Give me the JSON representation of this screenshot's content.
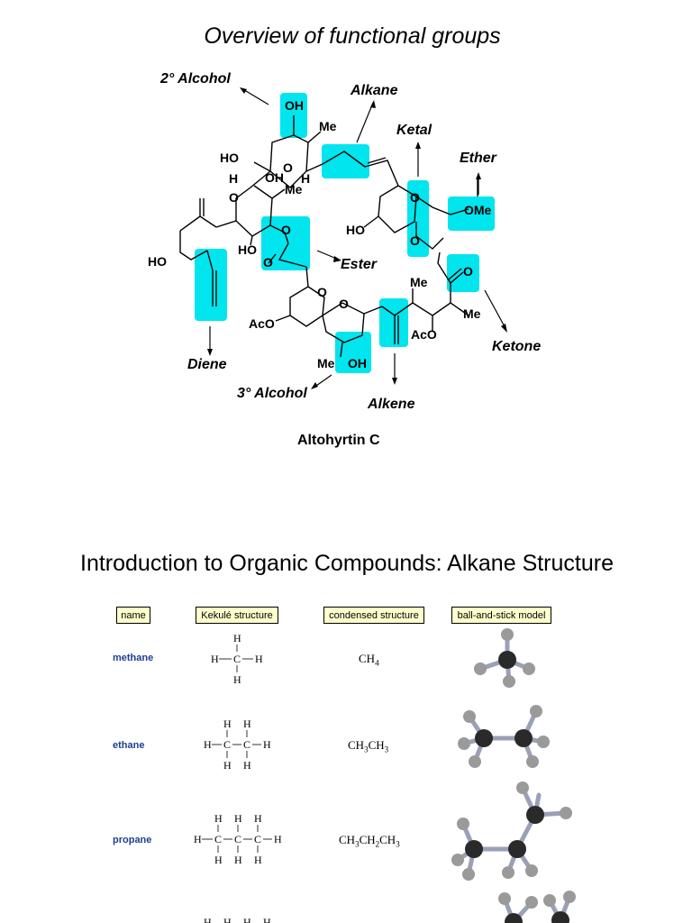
{
  "section1": {
    "title": "Overview of functional groups",
    "compound": "Altohyrtin C",
    "labels": {
      "alcohol2": "2° Alcohol",
      "alkane": "Alkane",
      "ketal": "Ketal",
      "ether": "Ether",
      "ester": "Ester",
      "ketone": "Ketone",
      "diene": "Diene",
      "alcohol3": "3° Alcohol",
      "alkene": "Alkene"
    },
    "atoms": {
      "oh": "OH",
      "me": "Me",
      "ho": "HO",
      "h": "H",
      "o": "O",
      "ome": "OMe",
      "aco": "AcO"
    },
    "highlight_color": "#00e5ee"
  },
  "section2": {
    "title": "Introduction to Organic Compounds:  Alkane Structure",
    "headers": [
      "name",
      "Kekulé structure",
      "condensed structure",
      "ball-and-stick model"
    ],
    "rows": [
      {
        "name": "methane",
        "condensed": "CH4"
      },
      {
        "name": "ethane",
        "condensed": "CH3CH3"
      },
      {
        "name": "propane",
        "condensed": "CH3CH2CH3"
      }
    ],
    "kekule_atoms": {
      "c": "C",
      "h": "H"
    }
  }
}
